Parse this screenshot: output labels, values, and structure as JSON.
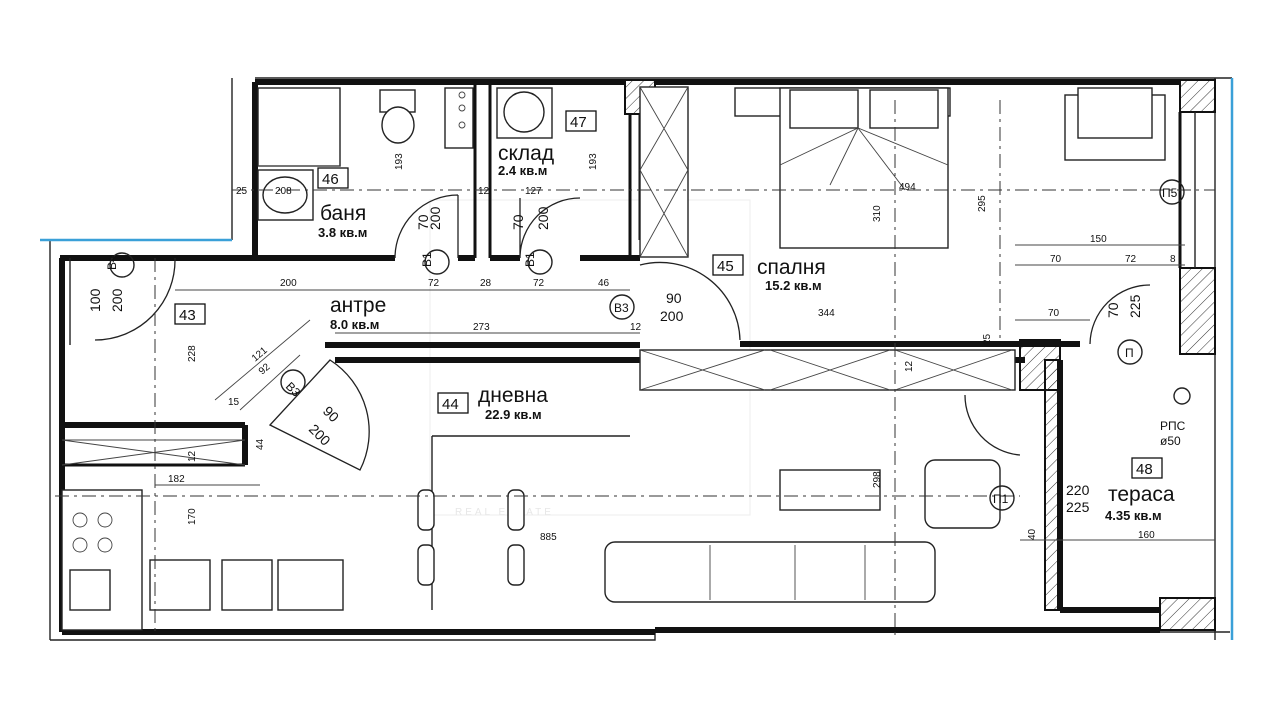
{
  "rooms": {
    "bath": {
      "name": "баня",
      "area": "3.8 кв.м",
      "num": "46"
    },
    "storage": {
      "name": "склад",
      "area": "2.4 кв.м",
      "num": "47"
    },
    "bedroom": {
      "name": "спалня",
      "area": "15.2 кв.м",
      "num": "45"
    },
    "hall": {
      "name": "антре",
      "area": "8.0 кв.м",
      "num": "43"
    },
    "living": {
      "name": "дневна",
      "area": "22.9 кв.м",
      "num": "44"
    },
    "terrace": {
      "name": "тераса",
      "area": "4.35 кв.м",
      "num": "48"
    }
  },
  "door_tags": {
    "b4": "В4",
    "b1a": "В1",
    "b1b": "В1",
    "b3a": "В3",
    "b3b": "В3",
    "p5": "П5",
    "p": "П",
    "p1": "П1"
  },
  "dims": {
    "d25": "25",
    "d208": "208",
    "d193a": "193",
    "d193b": "193",
    "d12": "12",
    "d127": "127",
    "d70a": "70",
    "d200a": "200",
    "d70b": "70",
    "d200b": "200",
    "d200c": "200",
    "d72a": "72",
    "d28": "28",
    "d72b": "72",
    "d46": "46",
    "d90a": "90",
    "d200d": "200",
    "d12b": "12",
    "d273": "273",
    "d344": "344",
    "d25b": "25",
    "d494": "494",
    "d310": "310",
    "d295": "295",
    "d150": "150",
    "d70c": "70",
    "d72c": "72",
    "d8": "8",
    "d70d": "70",
    "d70e": "70",
    "d225": "225",
    "d100": "100",
    "d200e": "200",
    "d121": "121",
    "d92": "92",
    "d15": "15",
    "d90b": "90",
    "d200f": "200",
    "d228": "228",
    "d44": "44",
    "d182": "182",
    "d170": "170",
    "d12c": "12",
    "d885": "885",
    "d298": "298",
    "d12d": "12",
    "d220": "220",
    "d225b": "225",
    "d160": "160",
    "d40": "40",
    "rps": "РПС",
    "rps_d": "ø50"
  },
  "watermark": "REAL ESTATE"
}
